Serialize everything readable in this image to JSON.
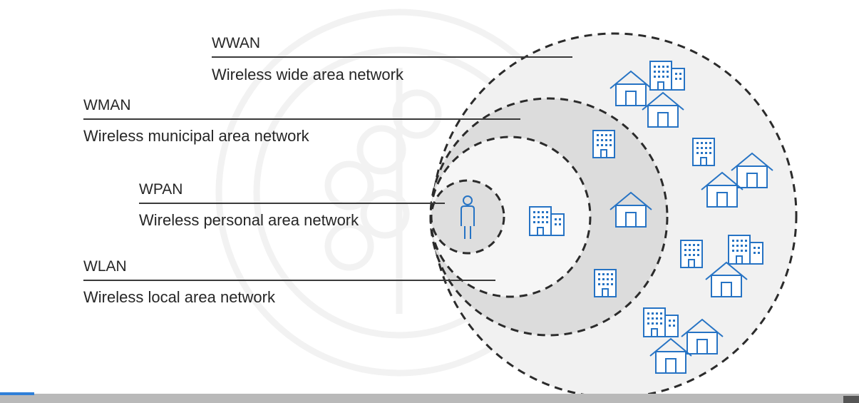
{
  "networks": [
    {
      "key": "wwan",
      "acronym": "WWAN",
      "description": "Wireless wide area network"
    },
    {
      "key": "wman",
      "acronym": "WMAN",
      "description": "Wireless municipal area network"
    },
    {
      "key": "wpan",
      "acronym": "WPAN",
      "description": "Wireless personal area network"
    },
    {
      "key": "wlan",
      "acronym": "WLAN",
      "description": "Wireless local area network"
    }
  ],
  "colors": {
    "icon_blue": "#2673c4",
    "outer_fill": "#f1f1f1",
    "middle_fill": "#dcdcdc",
    "inner_fill": "#f6f6f6",
    "wpan_fill": "#dedede",
    "dash_stroke": "#2b2b2b",
    "watermark": "#f2f2f2"
  },
  "icons": {
    "person": "person-icon",
    "office": "office-building-icon",
    "house": "house-icon"
  },
  "player": {
    "progress_fraction": 0.04
  }
}
